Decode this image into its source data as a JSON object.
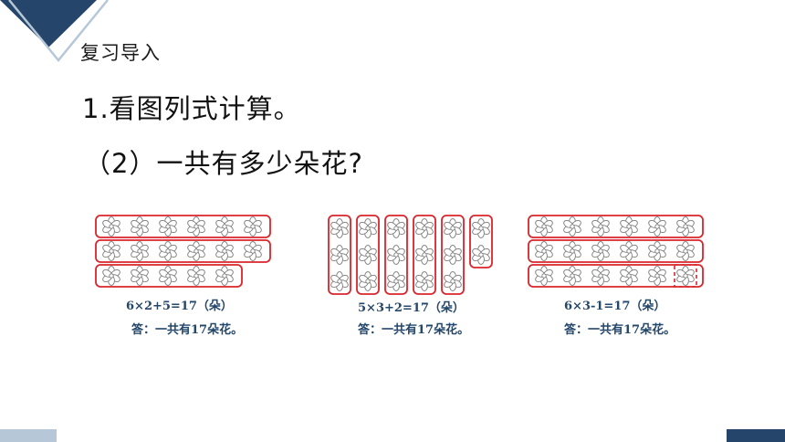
{
  "section_title": "复习导入",
  "heading": "1.看图列式计算。",
  "question": "（2）一共有多少朵花?",
  "colors": {
    "navy": "#25456a",
    "light_blue": "#b6c8d8",
    "box_red": "#d9252b",
    "formula_text": "#23476b",
    "flower_outline": "#7c7c7c"
  },
  "icons": [
    "flower-icon",
    "corner-decoration"
  ],
  "methods": [
    {
      "formula": "6×2+5=17（朵）",
      "answer": "答：一共有17朵花。",
      "grouping": "horizontal",
      "groups": [
        6,
        6,
        5
      ],
      "total": 17
    },
    {
      "formula": "5×3+2=17（朵）",
      "answer": "答：一共有17朵花。",
      "grouping": "vertical",
      "groups": [
        3,
        3,
        3,
        3,
        3,
        2
      ],
      "total": 17
    },
    {
      "formula": "6×3-1=17（朵）",
      "answer": "答：一共有17朵花。",
      "grouping": "horizontal",
      "groups": [
        6,
        6,
        6
      ],
      "missing": 1,
      "total": 17
    }
  ]
}
